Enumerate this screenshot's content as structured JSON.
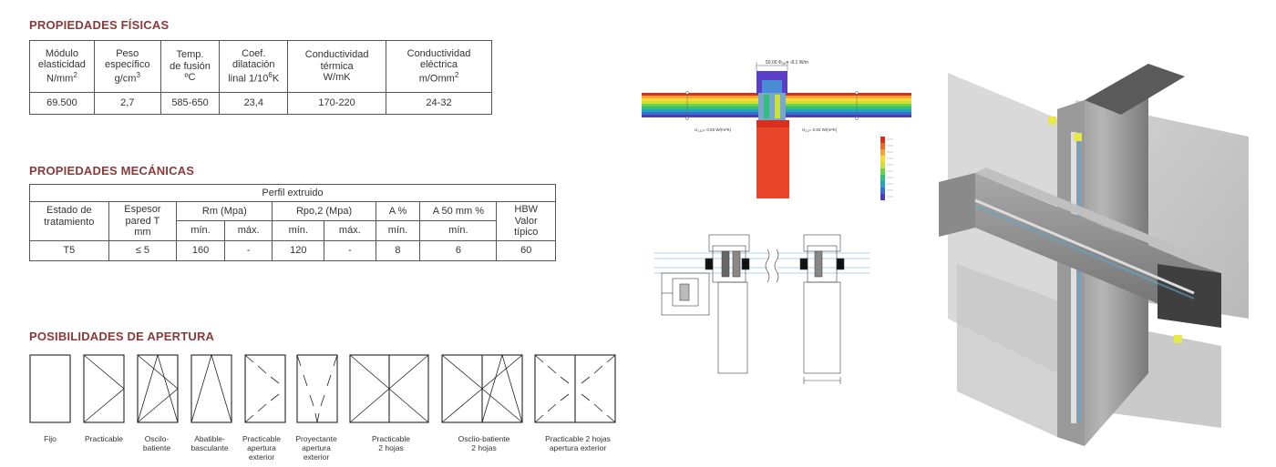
{
  "fisicas": {
    "title": "PROPIEDADES FÍSICAS",
    "headers": [
      {
        "l1": "Módulo",
        "l2": "elasticidad",
        "l3": "N/mm",
        "sup": "2"
      },
      {
        "l1": "Peso",
        "l2": "específico",
        "l3": "g/cm",
        "sup": "3"
      },
      {
        "l1": "Temp.",
        "l2": "de fusión",
        "l3": "ºC",
        "sup": ""
      },
      {
        "l1": "Coef.",
        "l2": "dilatación",
        "l3": "linal 1/10",
        "sup": "6",
        "l3b": "K"
      },
      {
        "l1": "Conductividad",
        "l2": "térmica",
        "l3": "W/mK",
        "sup": ""
      },
      {
        "l1": "Conductividad",
        "l2": "eléctrica",
        "l3": "m/Omm",
        "sup": "2"
      }
    ],
    "values": [
      "69.500",
      "2,7",
      "585-650",
      "23,4",
      "170-220",
      "24-32"
    ]
  },
  "mecanicas": {
    "title": "PROPIEDADES MECÁNICAS",
    "top_header": "Perfil extruido",
    "estado_l1": "Estado de",
    "estado_l2": "tratamiento",
    "espesor_l1": "Espesor",
    "espesor_l2": "pared T",
    "espesor_l3": "mm",
    "rm": "Rm (Mpa)",
    "rpo": "Rpo,2 (Mpa)",
    "a": "A %",
    "a50": "A 50 mm %",
    "hbw_l1": "HBW",
    "hbw_l2": "Valor",
    "hbw_l3": "típico",
    "min": "mín.",
    "max": "máx.",
    "row": [
      "T5",
      "≤ 5",
      "160",
      "-",
      "120",
      "-",
      "8",
      "6",
      "60"
    ]
  },
  "apertura": {
    "title": "POSIBILIDADES DE APERTURA",
    "items": [
      {
        "l1": "Fijo",
        "l2": "",
        "l3": ""
      },
      {
        "l1": "Practicable",
        "l2": "",
        "l3": ""
      },
      {
        "l1": "Oscilo-",
        "l2": "batiente",
        "l3": ""
      },
      {
        "l1": "Abatible-",
        "l2": "basculante",
        "l3": ""
      },
      {
        "l1": "Practicable",
        "l2": "apertura",
        "l3": "exterior"
      },
      {
        "l1": "Proyectante",
        "l2": "apertura",
        "l3": "exterior"
      },
      {
        "l1": "Practicable",
        "l2": "2 hojas",
        "l3": ""
      },
      {
        "l1": "Osclio-batiente",
        "l2": "2 hojas",
        "l3": ""
      },
      {
        "l1": "Practicable 2 hojas",
        "l2": "apertura exterior",
        "l3": ""
      }
    ]
  },
  "thermal": {
    "phi_label": "50,00 Φ",
    "phi_sub": "2D",
    "phi_value": "= -8.1 W/m",
    "u_left": "U",
    "u_left_sub": "1,10",
    "u_left_value": "= 0,83 W/(m²K)",
    "u_right": "U",
    "u_right_sub": "2,2",
    "u_right_value": "= 0,83 W/(m²K)",
    "colors": [
      "#d7301f",
      "#e86a2a",
      "#f3a531",
      "#f9d83a",
      "#c9e23a",
      "#6fd14a",
      "#2fbf7a",
      "#23a7b8",
      "#3a6fd1",
      "#4d3bb8"
    ]
  }
}
